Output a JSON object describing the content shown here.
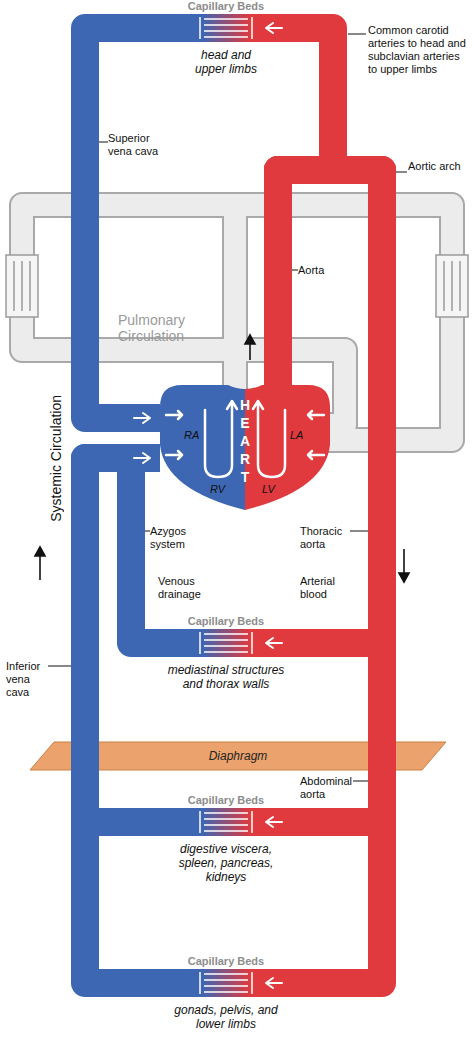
{
  "diagram": {
    "nodes": [
      {
        "text": [
          "Capillary Beds",
          "head and upper limbs"
        ]
      },
      {
        "text": [
          "HEART",
          "RA",
          "LA",
          "RV",
          "LV"
        ]
      },
      {
        "text": [
          "Capillary Beds",
          "mediastinal structures and thorax walls"
        ]
      },
      {
        "text": [
          "Diaphragm"
        ]
      },
      {
        "text": [
          "Capillary Beds",
          "digestive viscera, spleen, pancreas, kidneys"
        ]
      },
      {
        "text": [
          "Capillary Beds",
          "gonads, pelvis, and lower limbs"
        ]
      }
    ],
    "edges": [
      {
        "from": 1,
        "to": 0,
        "arrow": "to"
      },
      {
        "from": 0,
        "to": 1,
        "arrow": "to"
      },
      {
        "from": 1,
        "to": 2,
        "arrow": "to"
      },
      {
        "from": 2,
        "to": 1,
        "arrow": "to"
      },
      {
        "from": 1,
        "to": 4,
        "arrow": "to"
      },
      {
        "from": 4,
        "to": 1,
        "arrow": "to"
      },
      {
        "from": 1,
        "to": 5,
        "arrow": "to"
      },
      {
        "from": 5,
        "to": 1,
        "arrow": "to"
      }
    ],
    "labels": [
      "Common carotid arteries to head and subclavian arteries to upper limbs",
      "Superior vena cava",
      "Aortic arch",
      "Aorta",
      "Pulmonary Circulation",
      "Systemic Circulation",
      "Azygos system",
      "Thoracic aorta",
      "Venous drainage",
      "Arterial blood",
      "Inferior vena cava",
      "Abdominal aorta"
    ]
  }
}
